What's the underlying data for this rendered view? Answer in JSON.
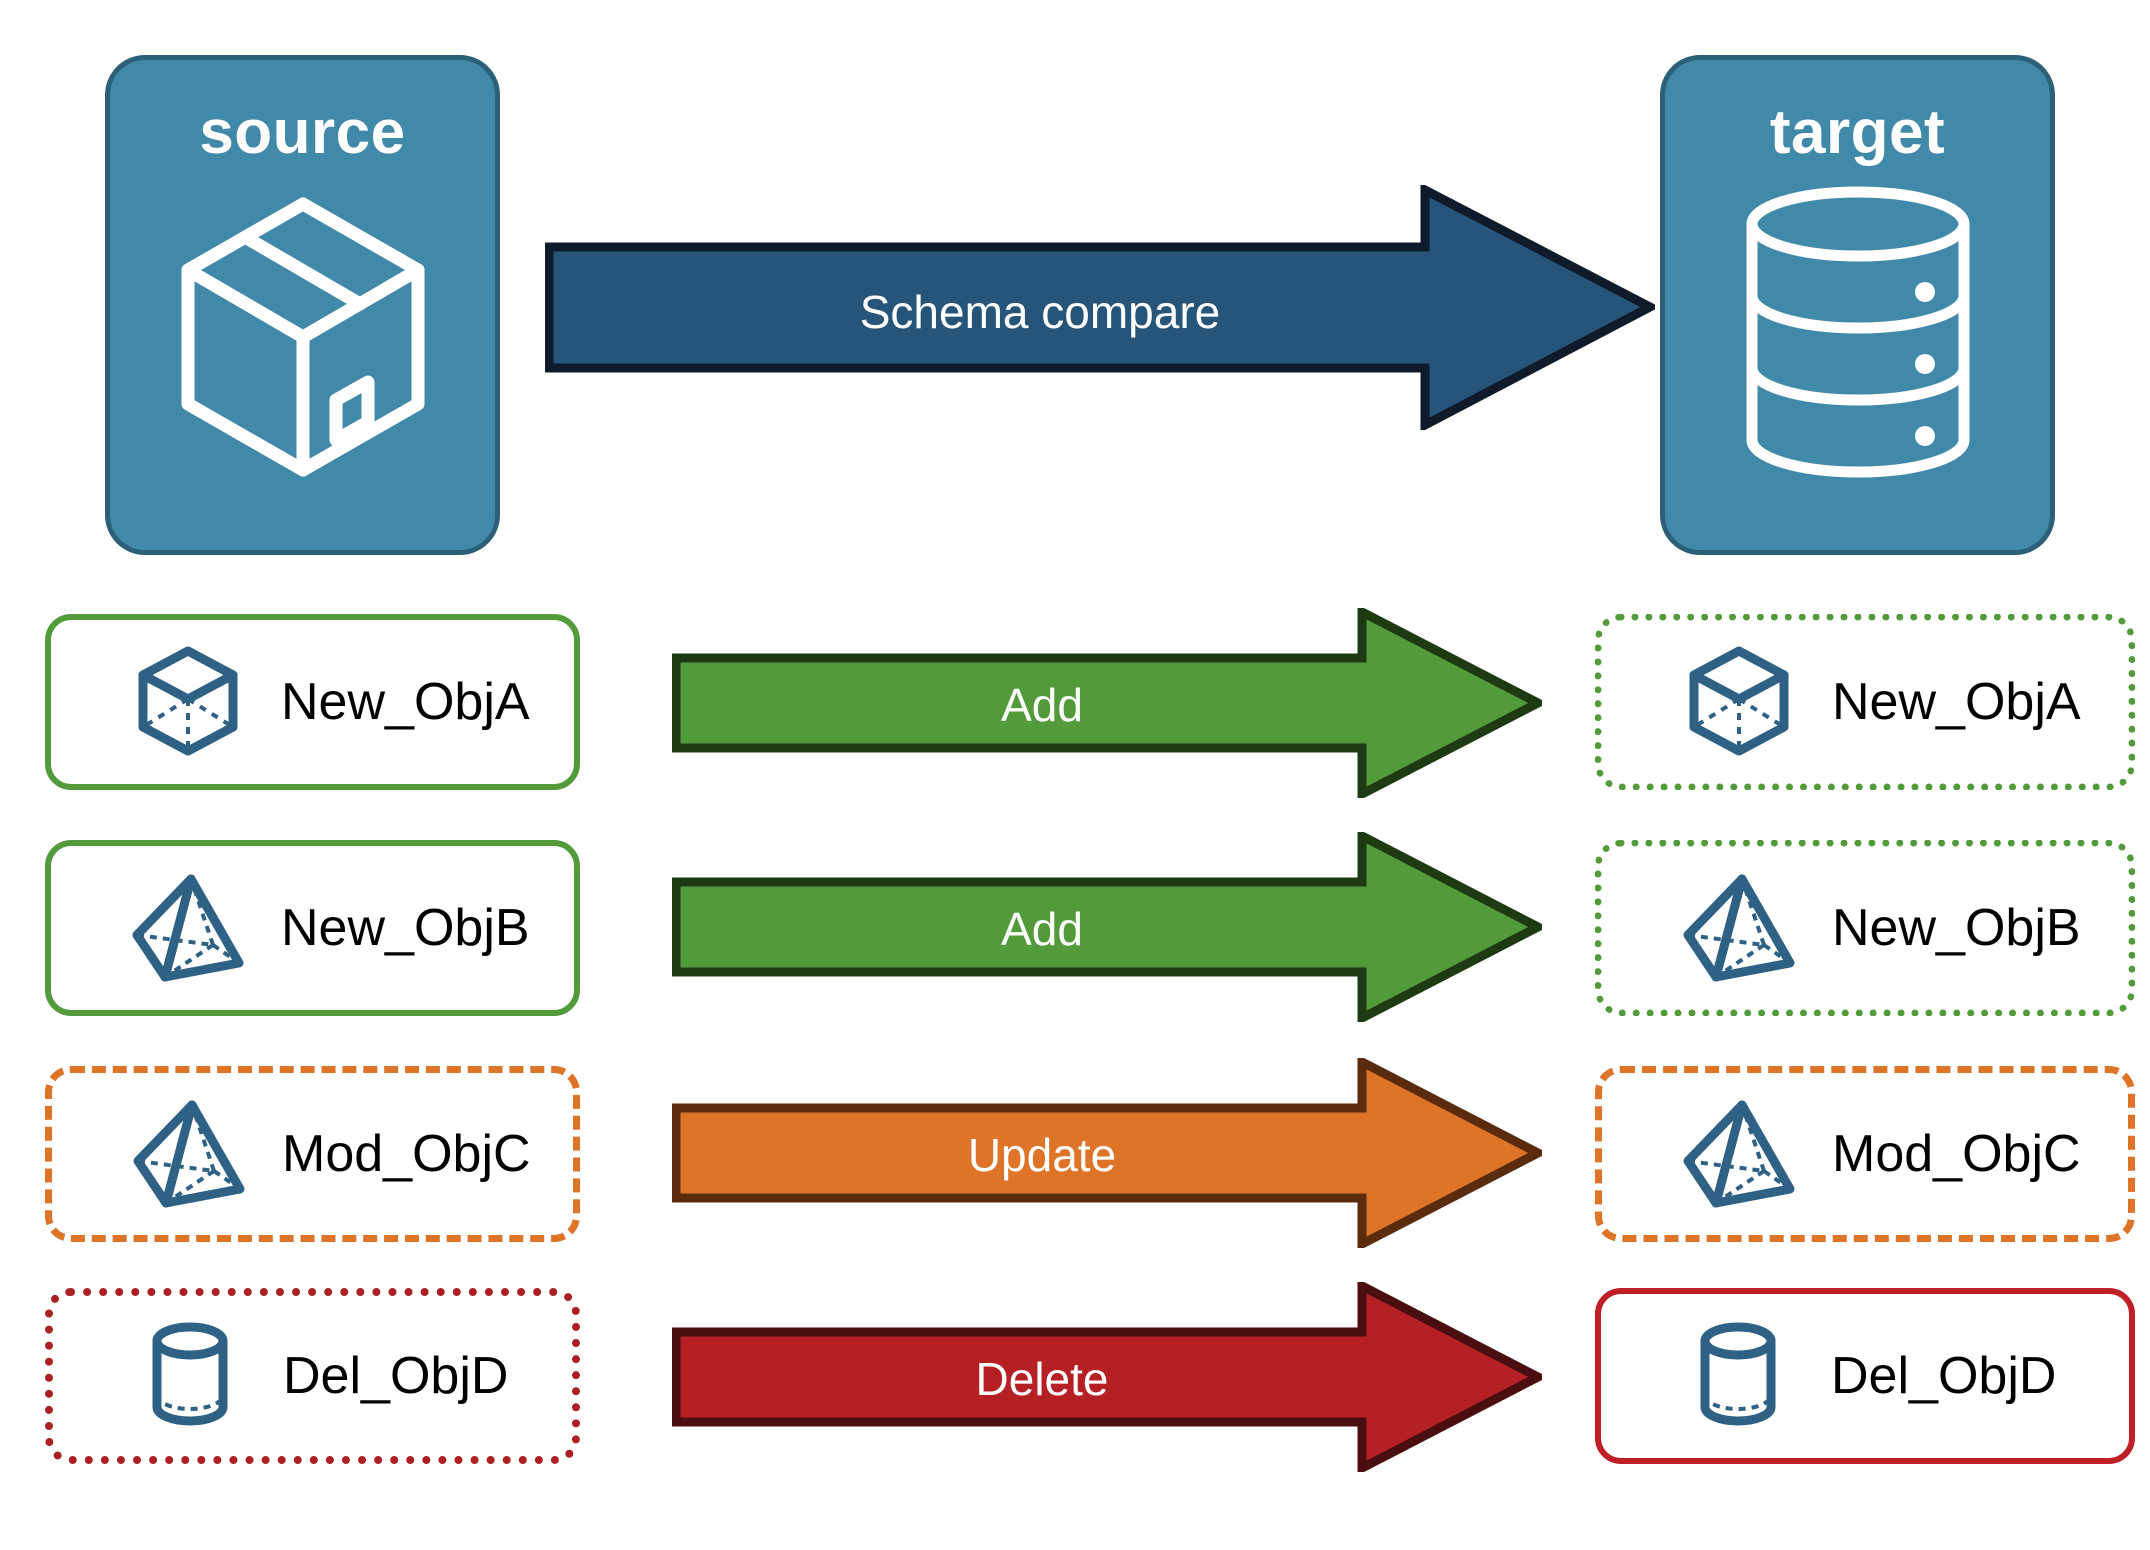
{
  "diagram": {
    "title": "Schema compare between source and target",
    "background": "#ffffff"
  },
  "colors": {
    "endpoint_fill": "#4189A8",
    "endpoint_stroke": "#2C6078",
    "icon_white": "#ffffff",
    "object_icon_blue": "#2E6184",
    "add_fill": "#539A3A",
    "add_stroke": "#1E3A12",
    "update_fill": "#DE7428",
    "update_stroke": "#5A2B0C",
    "delete_fill": "#B52025",
    "delete_stroke": "#4A0E10",
    "compare_fill": "#27557A",
    "compare_stroke": "#0F1B2B",
    "green": "#539A3A",
    "orange": "#DE7428",
    "red": "#BE2026"
  },
  "endpoints": {
    "source": {
      "title": "source",
      "icon": "package-box-icon"
    },
    "target": {
      "title": "target",
      "icon": "database-cylinder-icon"
    }
  },
  "compare_arrow": {
    "label": "Schema compare",
    "direction": "right"
  },
  "rows": [
    {
      "action": "Add",
      "action_color": "#539A3A",
      "source": {
        "label": "New_ObjA",
        "icon": "wireframe-cube-icon",
        "border_style": "solid",
        "border_color": "#539A3A"
      },
      "target": {
        "label": "New_ObjA",
        "icon": "wireframe-cube-icon",
        "border_style": "dotted",
        "border_color": "#539A3A"
      }
    },
    {
      "action": "Add",
      "action_color": "#539A3A",
      "source": {
        "label": "New_ObjB",
        "icon": "wireframe-pyramid-icon",
        "border_style": "solid",
        "border_color": "#539A3A"
      },
      "target": {
        "label": "New_ObjB",
        "icon": "wireframe-pyramid-icon",
        "border_style": "dotted",
        "border_color": "#539A3A"
      }
    },
    {
      "action": "Update",
      "action_color": "#DE7428",
      "source": {
        "label": "Mod_ObjC",
        "icon": "wireframe-pyramid-icon",
        "border_style": "dashed",
        "border_color": "#DE7428"
      },
      "target": {
        "label": "Mod_ObjC",
        "icon": "wireframe-pyramid-icon",
        "border_style": "dashed",
        "border_color": "#DE7428"
      }
    },
    {
      "action": "Delete",
      "action_color": "#B52025",
      "source": {
        "label": "Del_ObjD",
        "icon": "wireframe-cylinder-icon",
        "border_style": "dotted",
        "border_color": "#AA2023"
      },
      "target": {
        "label": "Del_ObjD",
        "icon": "wireframe-cylinder-icon",
        "border_style": "solid",
        "border_color": "#BE2026"
      }
    }
  ]
}
